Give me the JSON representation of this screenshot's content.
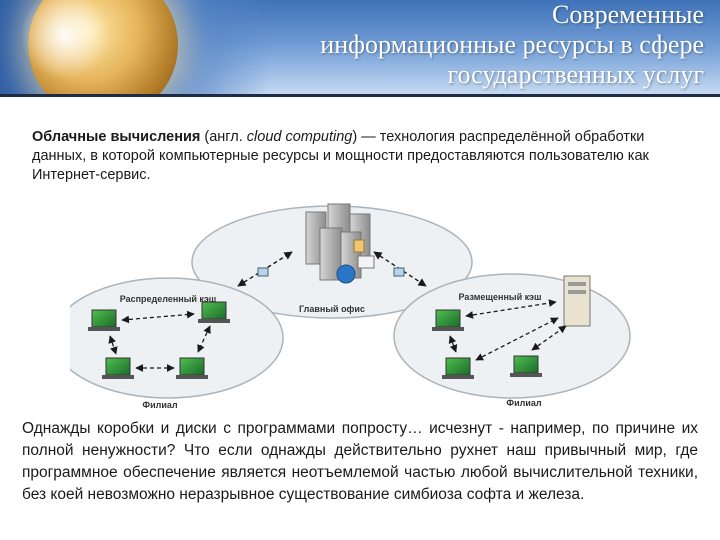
{
  "header": {
    "title_lines": [
      "Современные",
      "информационные ресурсы в сфере",
      "государственных услуг"
    ]
  },
  "intro": {
    "term": "Облачные вычисления",
    "prefix": " (англ. ",
    "term_en": "cloud computing",
    "rest": ") — технология распределённой обработки данных, в которой компьютерные ресурсы и мощности предоставляются пользователю как Интернет-сервис."
  },
  "diagram": {
    "center_label": "Главный офис",
    "left_cache_label": "Распределенный кэш",
    "right_cache_label": "Размещенный кэш",
    "left_branch_label": "Филиал",
    "right_branch_label": "Филиал"
  },
  "bottom_text": "Однажды коробки и диски с программами попросту… исчезнут - например, по причине их полной ненужности? Что если однажды действительно рухнет наш привычный мир, где программное обеспечение является неотъемлемой частью любой вычислительной техники, без коей невозможно неразрывное существование симбиоза софта и железа.",
  "colors": {
    "header_blue": "#3f72b8",
    "ellipse_fill": "#eef1f3",
    "arrow_color": "#1a1a1a"
  }
}
